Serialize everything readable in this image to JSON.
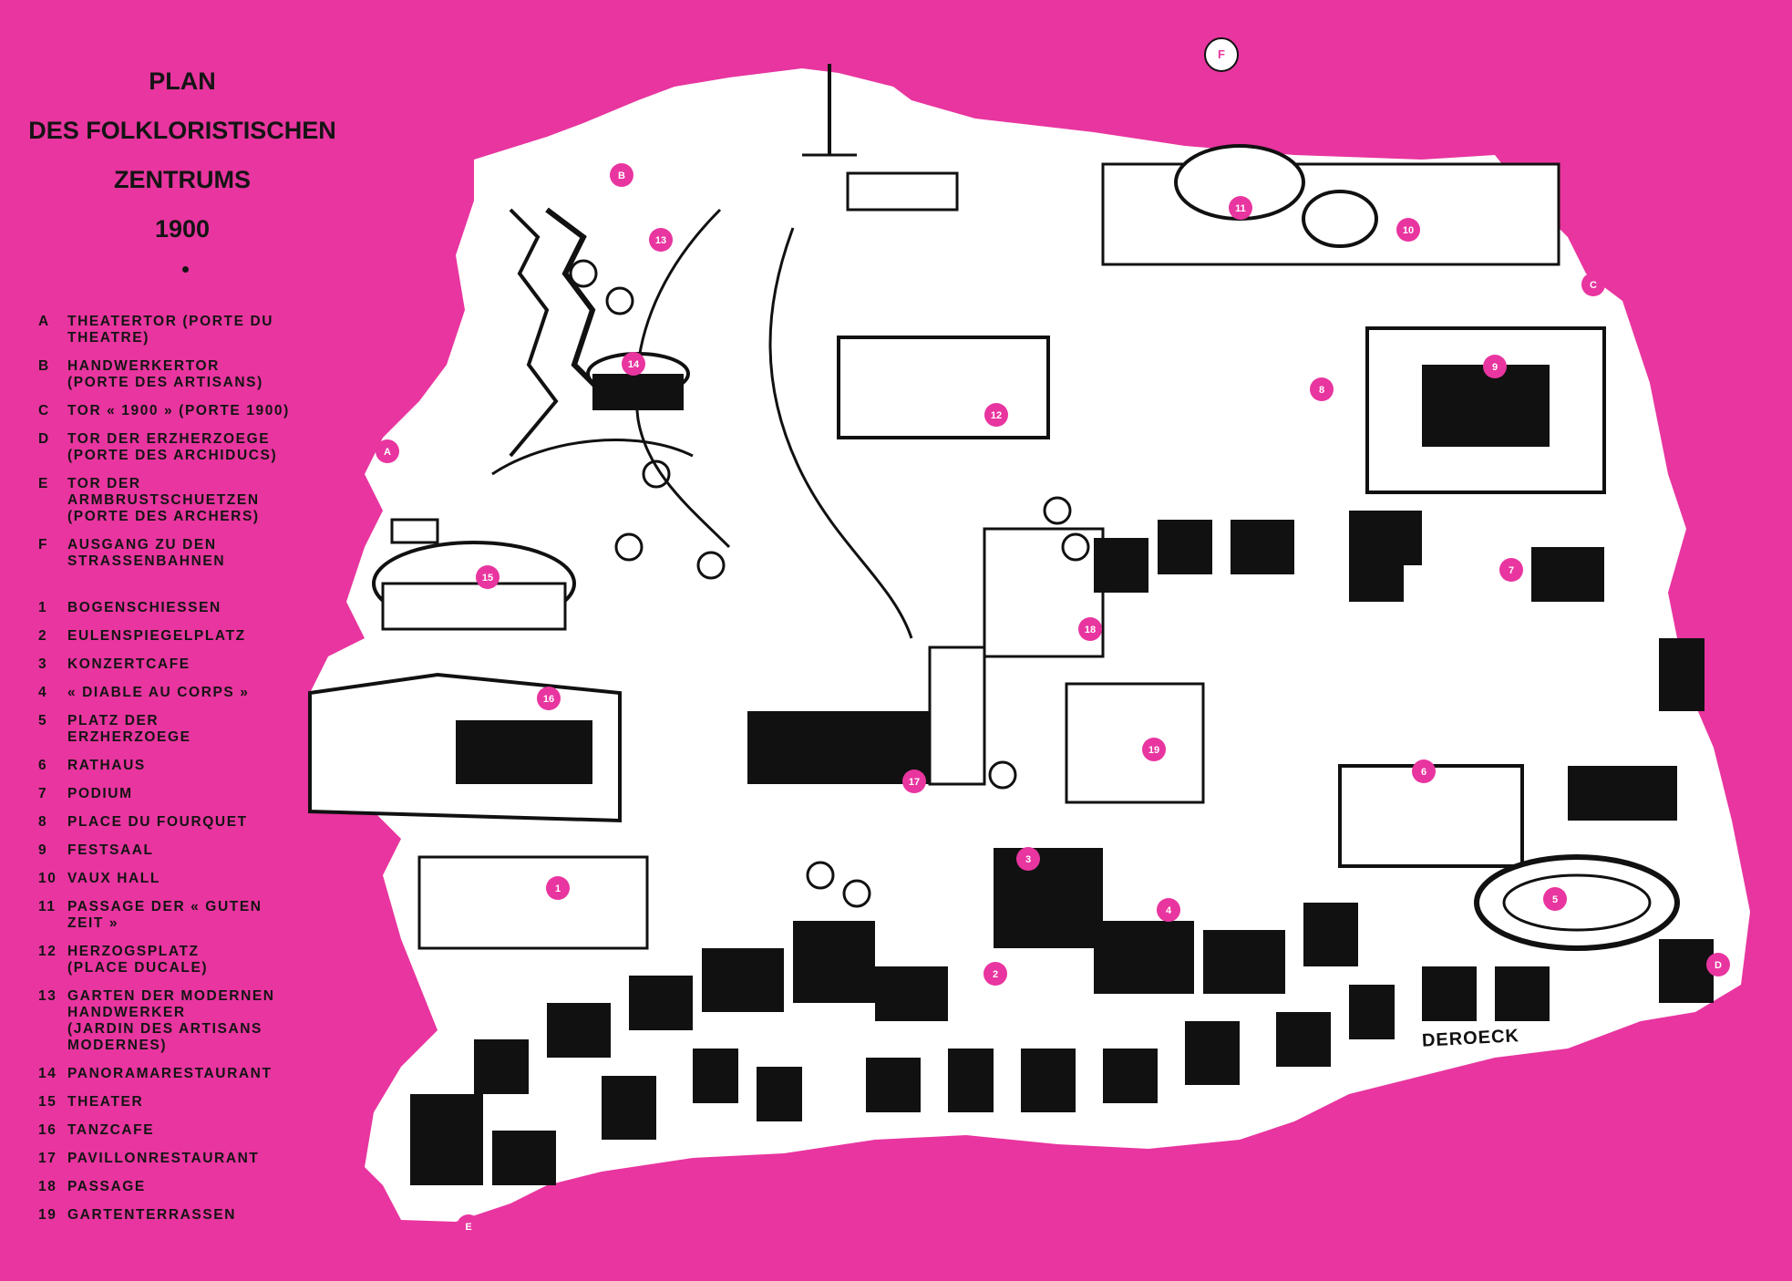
{
  "title_lines": [
    "PLAN",
    "DES FOLKLORISTISCHEN",
    "ZENTRUMS",
    "1900"
  ],
  "legend_letters": [
    {
      "key": "A",
      "label": "THEATERTOR (PORTE DU\nTHEATRE)"
    },
    {
      "key": "B",
      "label": "HANDWERKERTOR\n(PORTE DES ARTISANS)"
    },
    {
      "key": "C",
      "label": "TOR « 1900 » (PORTE 1900)"
    },
    {
      "key": "D",
      "label": "TOR DER ERZHERZOEGE\n(PORTE DES ARCHIDUCS)"
    },
    {
      "key": "E",
      "label": "TOR DER\nARMBRUSTSCHUETZEN\n(PORTE DES ARCHERS)"
    },
    {
      "key": "F",
      "label": "AUSGANG ZU DEN\nSTRASSENBAHNEN"
    }
  ],
  "legend_numbers": [
    {
      "key": "1",
      "label": "BOGENSCHIESSEN"
    },
    {
      "key": "2",
      "label": "EULENSPIEGELPLATZ"
    },
    {
      "key": "3",
      "label": "KONZERTCAFE"
    },
    {
      "key": "4",
      "label": "« DIABLE AU CORPS »"
    },
    {
      "key": "5",
      "label": "PLATZ DER\nERZHERZOEGE"
    },
    {
      "key": "6",
      "label": "RATHAUS"
    },
    {
      "key": "7",
      "label": "PODIUM"
    },
    {
      "key": "8",
      "label": "PLACE DU FOURQUET"
    },
    {
      "key": "9",
      "label": "FESTSAAL"
    },
    {
      "key": "10",
      "label": "VAUX HALL"
    },
    {
      "key": "11",
      "label": "PASSAGE DER « GUTEN\nZEIT »"
    },
    {
      "key": "12",
      "label": "HERZOGSPLATZ\n(PLACE DUCALE)"
    },
    {
      "key": "13",
      "label": "GARTEN DER MODERNEN\nHANDWERKER\n(JARDIN DES ARTISANS\nMODERNES)"
    },
    {
      "key": "14",
      "label": "PANORAMARESTAURANT"
    },
    {
      "key": "15",
      "label": "THEATER"
    },
    {
      "key": "16",
      "label": "TANZCAFE"
    },
    {
      "key": "17",
      "label": "PAVILLONRESTAURANT"
    },
    {
      "key": "18",
      "label": "PASSAGE"
    },
    {
      "key": "19",
      "label": "GARTENTERRASSEN"
    }
  ],
  "map_markers": [
    "A",
    "B",
    "C",
    "D",
    "E",
    "F",
    "1",
    "2",
    "3",
    "4",
    "5",
    "6",
    "7",
    "8",
    "9",
    "10",
    "11",
    "12",
    "13",
    "14",
    "15",
    "16",
    "17",
    "18",
    "19"
  ],
  "signature": "DEROECK",
  "colors": {
    "background": "#e8359f",
    "marker": "#e8359f",
    "ink": "#111111",
    "paper": "#ffffff"
  }
}
